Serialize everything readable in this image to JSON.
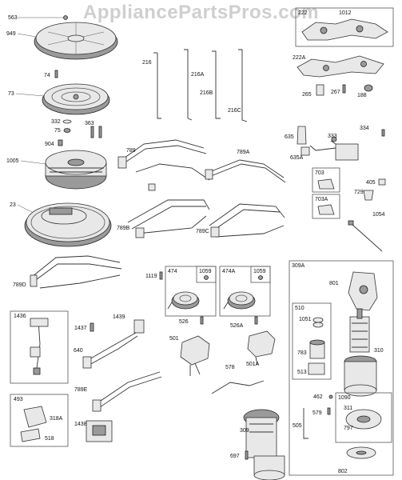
{
  "watermark": "AppliancePartsPros.com",
  "callouts": {
    "p563": "563",
    "p949": "949",
    "p74": "74",
    "p73": "73",
    "p332": "332",
    "p75": "75",
    "p363": "363",
    "p904": "904",
    "p1005": "1005",
    "p23": "23",
    "p216": "216",
    "p216A": "216A",
    "p216B": "216B",
    "p216C": "216C",
    "p222": "222",
    "p1012": "1012",
    "p222A": "222A",
    "p265": "265",
    "p267": "267",
    "p188": "188",
    "p635": "635",
    "p635A": "635A",
    "p333": "333",
    "p334": "334",
    "p703": "703",
    "p703A": "703A",
    "p405": "405",
    "p729": "729",
    "p1054": "1054",
    "p789": "789",
    "p789A": "789A",
    "p789B": "789B",
    "p789C": "789C",
    "p789D": "789D",
    "p1119": "1119",
    "p474": "474",
    "p1059a": "1059",
    "p474A": "474A",
    "p1059b": "1059",
    "p526": "526",
    "p526A": "526A",
    "p501": "501",
    "p501A": "501A",
    "p578": "578",
    "p1436": "1436",
    "p1437": "1437",
    "p1439": "1439",
    "p640": "640",
    "p789E": "789E",
    "p493": "493",
    "p318A": "318A",
    "p518": "518",
    "p1438": "1438",
    "p309": "309",
    "p697": "697",
    "p309A": "309A",
    "p801": "801",
    "p510": "510",
    "p1051": "1051",
    "p783": "783",
    "p513": "513",
    "p310": "310",
    "p462": "462",
    "p1090": "1090",
    "p311": "311",
    "p797": "797",
    "p579": "579",
    "p505": "505",
    "p802": "802"
  }
}
